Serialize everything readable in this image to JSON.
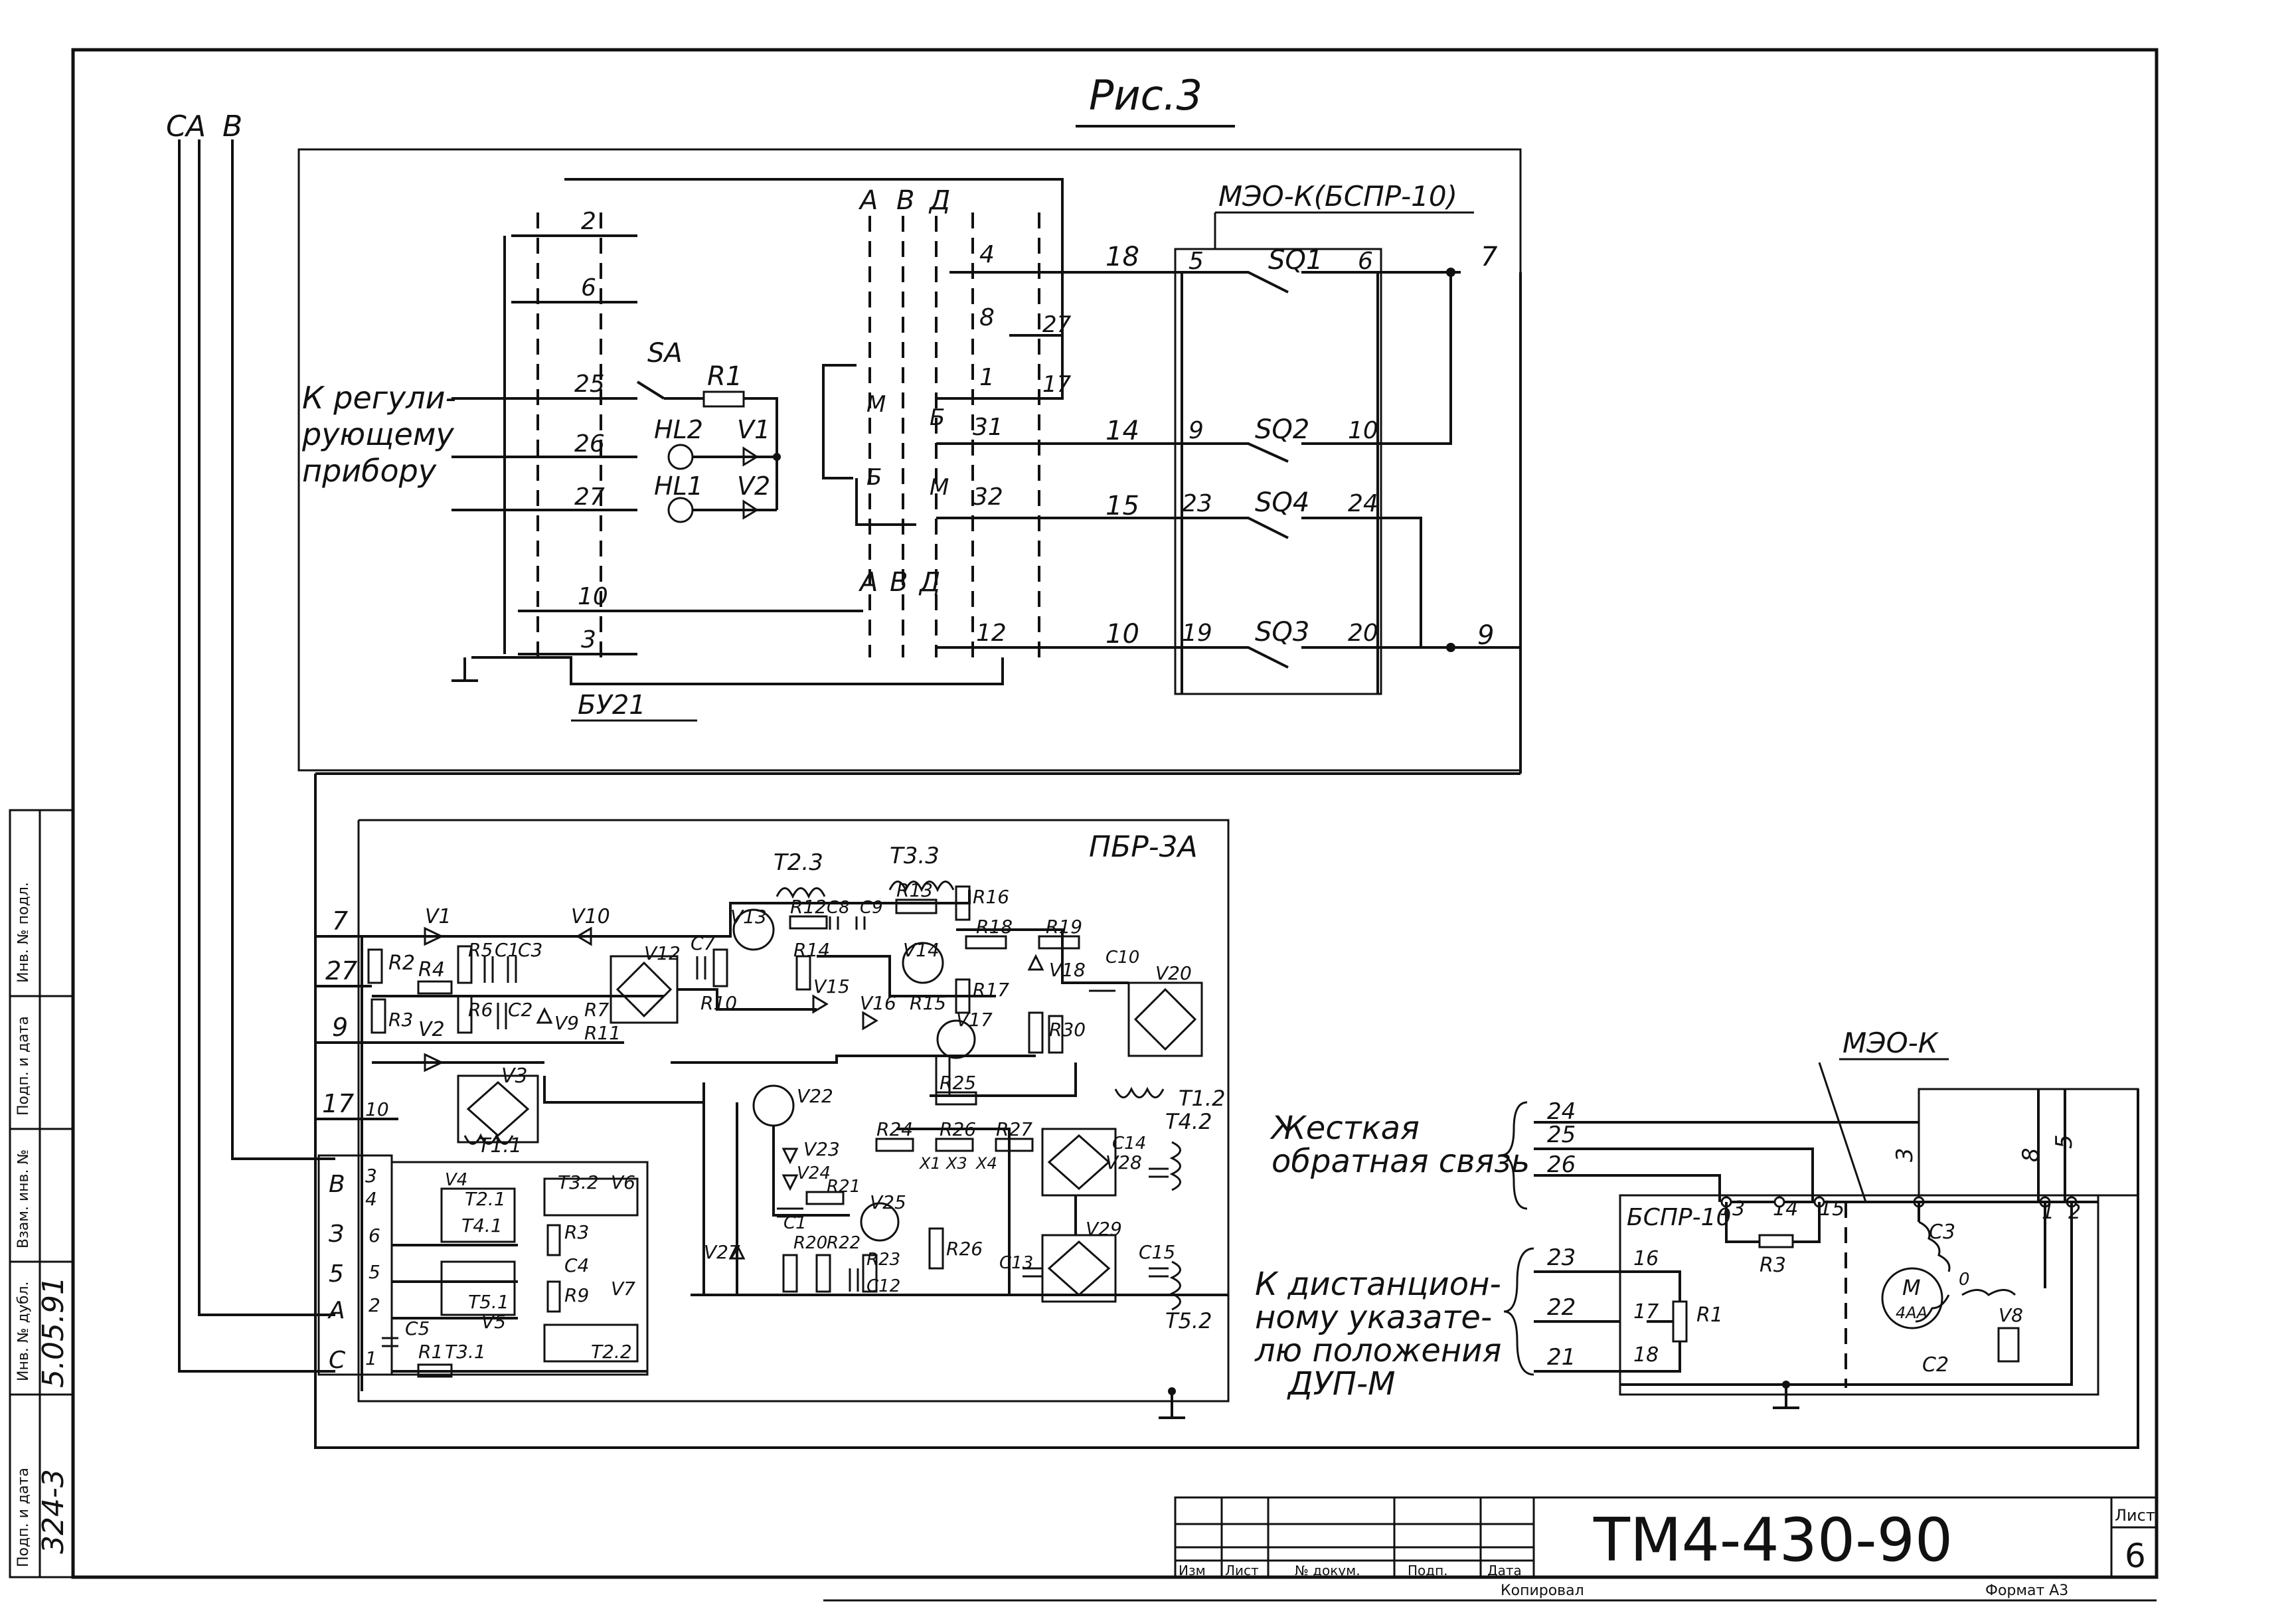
{
  "title": "Рис.3",
  "bus_labels": [
    "С",
    "А",
    "В"
  ],
  "blocks": {
    "bu21": "БУ21",
    "meo_k_top": "МЭО-К(БСПР-10)",
    "pbr": "ПБР-3А",
    "meo_k_right": "МЭО-К",
    "bspr": "БСПР-10",
    "motor": "М\n4АА"
  },
  "left_note": "К регули-\nрующему\nприбору",
  "right_notes": {
    "feedback": "Жесткая\nобратная связь",
    "indicator": "К дистанцион-\nному указате-\nлю положения\nДУП-М"
  },
  "switches": [
    "SQ1",
    "SQ2",
    "SQ4",
    "SQ3"
  ],
  "switch_contacts": [
    [
      "5",
      "6"
    ],
    [
      "9",
      "10"
    ],
    [
      "23",
      "24"
    ],
    [
      "19",
      "20"
    ]
  ],
  "wire_numbers": [
    "18",
    "14",
    "15",
    "10",
    "7",
    "9"
  ],
  "connector_left": [
    "2",
    "6",
    "25",
    "26",
    "27",
    "10",
    "3"
  ],
  "connector_right": [
    "4",
    "8",
    "1",
    "31",
    "32",
    "12"
  ],
  "connector_right_x": [
    "27",
    "17"
  ],
  "switch_labels": [
    "А",
    "В",
    "Д"
  ],
  "top_components": [
    "SA",
    "R1",
    "HL2",
    "V1",
    "HL1",
    "V2",
    "М",
    "Б"
  ],
  "pbr_terminals": [
    "7",
    "27",
    "9",
    "17"
  ],
  "pbr_components": [
    "V1",
    "V10",
    "R2",
    "R4",
    "R5",
    "C1",
    "C3",
    "R6",
    "C2",
    "R3",
    "V2",
    "V3",
    "V9",
    "R7",
    "R11",
    "V12",
    "R10",
    "C7",
    "R14",
    "V13",
    "R12",
    "C8",
    "C9",
    "R13",
    "R16",
    "R18",
    "R19",
    "V14",
    "V15",
    "V16",
    "R15",
    "R17",
    "V17",
    "V18",
    "R30",
    "C10",
    "V20",
    "V22",
    "R25",
    "V23",
    "R24",
    "R26",
    "R27",
    "V24",
    "R21",
    "C1",
    "V25",
    "R20",
    "R22",
    "R23",
    "C12",
    "V27",
    "C13",
    "V29",
    "C14",
    "V28",
    "C15",
    "T2.3",
    "T3.3",
    "T1.2",
    "T4.2",
    "T5.2",
    "X1",
    "X3",
    "X4",
    "R26"
  ],
  "pbr_lower_left": [
    "В",
    "З",
    "5",
    "А",
    "С",
    "3",
    "4",
    "6",
    "5",
    "2",
    "1",
    "10",
    "C5",
    "R1",
    "T3.1",
    "T1.1",
    "V4",
    "T2.1",
    "T4.1",
    "V5",
    "T5.1",
    "T3.2",
    "V6",
    "R3",
    "C4",
    "R9",
    "V7",
    "T2.2"
  ],
  "meo_terminals": [
    "13",
    "14",
    "15",
    "3",
    "8",
    "5",
    "1",
    "2",
    "16",
    "17",
    "18",
    "24",
    "25",
    "26",
    "23",
    "22",
    "21"
  ],
  "meo_components": [
    "R3",
    "R1",
    "C3",
    "C2",
    "0",
    "V8"
  ],
  "side_stamp": [
    "Инв. № подл.",
    "Подп. и дата",
    "Взам. инв. №",
    "Инв. № дубл.",
    "Подп. и дата",
    "5.05.91",
    "324-3"
  ],
  "title_block": {
    "code": "ТМ4-430-90",
    "sheet_label": "Лист",
    "sheet": "6",
    "cols": [
      "Изм",
      "Лист",
      "№ докум.",
      "Подп.",
      "Дата"
    ],
    "copied": "Копировал",
    "format": "Формат А3"
  }
}
